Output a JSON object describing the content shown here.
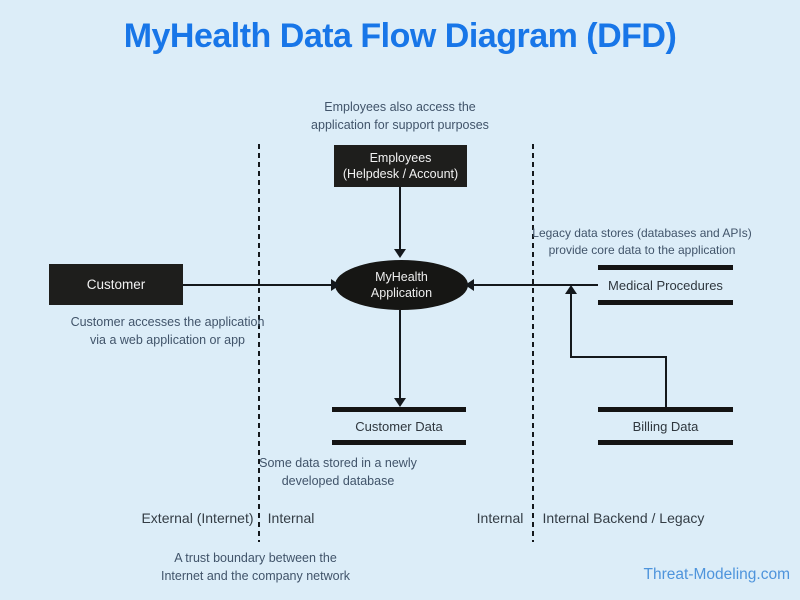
{
  "title": "MyHealth Data Flow Diagram (DFD)",
  "brand": "Threat-Modeling.com",
  "colors": {
    "background": "#dcedf8",
    "title_blue": "#1876e8",
    "node_fill": "#1e1e1c",
    "node_text": "#f2f2f2",
    "annotation_text": "#41546a",
    "zone_label_text": "#343d45",
    "line": "#14181c",
    "brand_blue": "#4e94dc"
  },
  "nodes": {
    "customer": {
      "type": "external-entity",
      "label": "Customer"
    },
    "employees": {
      "type": "external-entity",
      "label": "Employees\n(Helpdesk / Account)"
    },
    "application": {
      "type": "process",
      "label": "MyHealth\nApplication"
    },
    "customer_data": {
      "type": "data-store",
      "label": "Customer Data"
    },
    "medical_procedures": {
      "type": "data-store",
      "label": "Medical Procedures"
    },
    "billing_data": {
      "type": "data-store",
      "label": "Billing Data"
    }
  },
  "edges": [
    {
      "from": "customer",
      "to": "application"
    },
    {
      "from": "employees",
      "to": "application"
    },
    {
      "from": "application",
      "to": "customer_data"
    },
    {
      "from": "medical_procedures",
      "to": "application"
    },
    {
      "from": "billing_data",
      "to": "application"
    }
  ],
  "annotations": {
    "employees_note": "Employees also access the\napplication for support purposes",
    "customer_note": "Customer accesses the application\nvia a web application or app",
    "legacy_note": "Legacy data stores (databases and APIs)\nprovide core data to the application",
    "storage_note": "Some data stored in a newly\ndeveloped database",
    "trust_boundary_note": "A trust boundary between the\nInternet and the company network"
  },
  "zones": {
    "external": "External (Internet)",
    "internal_left": "Internal",
    "internal_right": "Internal",
    "backend": "Internal Backend / Legacy"
  }
}
